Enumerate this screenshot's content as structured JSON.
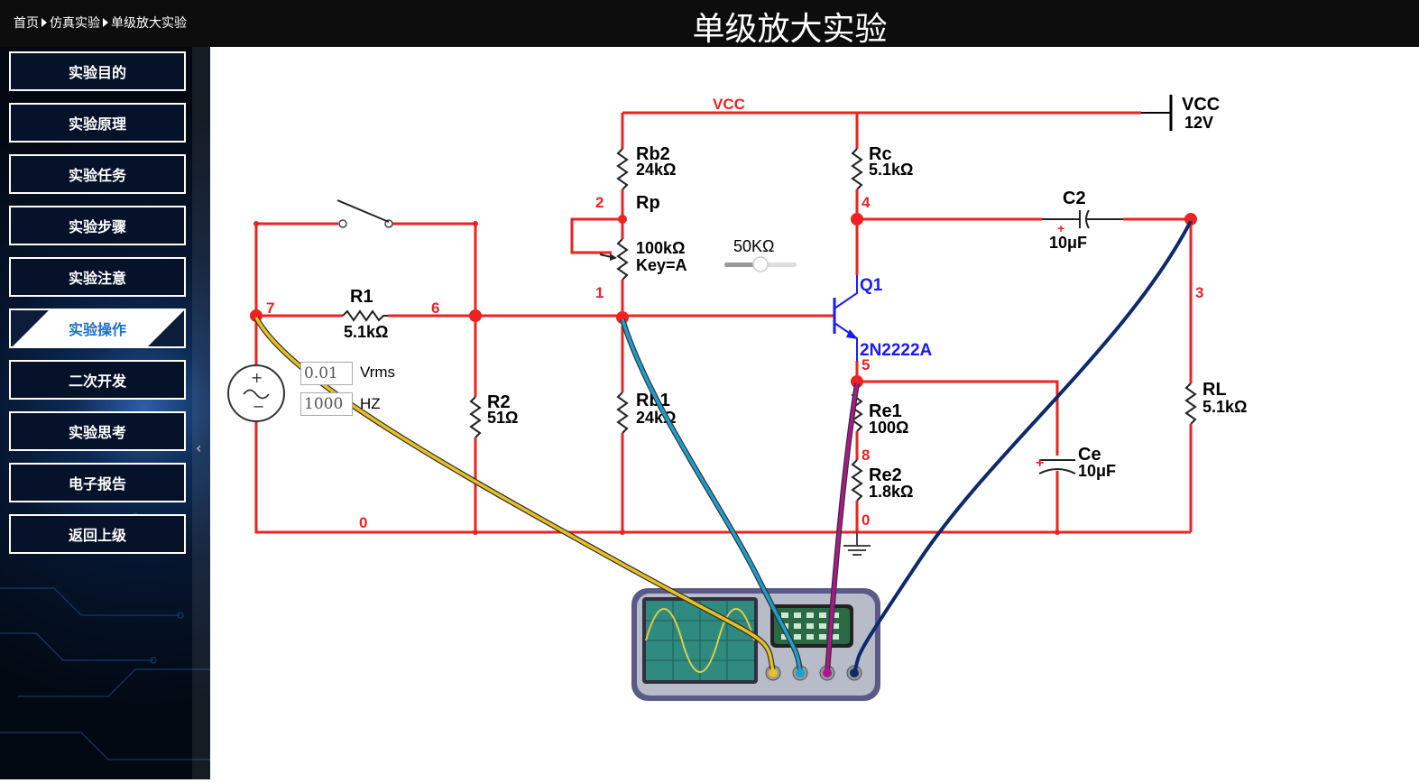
{
  "breadcrumb": {
    "home": "首页",
    "sim": "仿真实验",
    "current": "单级放大实验"
  },
  "title": "单级放大实验",
  "sidebar": {
    "items": [
      {
        "label": "实验目的",
        "active": false
      },
      {
        "label": "实验原理",
        "active": false
      },
      {
        "label": "实验任务",
        "active": false
      },
      {
        "label": "实验步骤",
        "active": false
      },
      {
        "label": "实验注意",
        "active": false
      },
      {
        "label": "实验操作",
        "active": true
      },
      {
        "label": "二次开发",
        "active": false
      },
      {
        "label": "实验思考",
        "active": false
      },
      {
        "label": "电子报告",
        "active": false
      },
      {
        "label": "返回上级",
        "active": false
      }
    ],
    "collapse_icon": "chevron-left-icon"
  },
  "circuit": {
    "vcc_rail": "VCC",
    "vcc_source": {
      "name": "VCC",
      "value": "12V"
    },
    "R1": {
      "name": "R1",
      "value": "5.1kΩ"
    },
    "R2": {
      "name": "R2",
      "value": "51Ω"
    },
    "Rb2": {
      "name": "Rb2",
      "value": "24kΩ"
    },
    "Rp": {
      "name": "Rp",
      "value": "100kΩ",
      "key": "Key=A"
    },
    "Rb1": {
      "name": "Rb1",
      "value": "24kΩ"
    },
    "Rc": {
      "name": "Rc",
      "value": "5.1kΩ"
    },
    "Q1": {
      "name": "Q1",
      "model": "2N2222A"
    },
    "C2": {
      "name": "C2",
      "value": "10μF"
    },
    "RL": {
      "name": "RL",
      "value": "5.1kΩ"
    },
    "Re1": {
      "name": "Re1",
      "value": "100Ω"
    },
    "Re2": {
      "name": "Re2",
      "value": "1.8kΩ"
    },
    "Ce": {
      "name": "Ce",
      "value": "10μF"
    },
    "nodes": {
      "n7": "7",
      "n6": "6",
      "n2": "2",
      "n1": "1",
      "n4": "4",
      "n5": "5",
      "n3": "3",
      "n8": "8",
      "n0a": "0",
      "n0b": "0"
    },
    "source": {
      "amplitude": "0.01",
      "amplitude_unit": "Vrms",
      "frequency": "1000",
      "frequency_unit": "HZ"
    },
    "potentiometer": {
      "value_label": "50KΩ",
      "level": 0.5
    },
    "plus_sign": "+"
  },
  "colors": {
    "wire": "#ee2222",
    "label_blue": "#1a1aff",
    "probe_a": "#e8c020",
    "probe_b": "#1aa0d0",
    "probe_c": "#b0158f",
    "probe_d": "#0d2a6b"
  }
}
